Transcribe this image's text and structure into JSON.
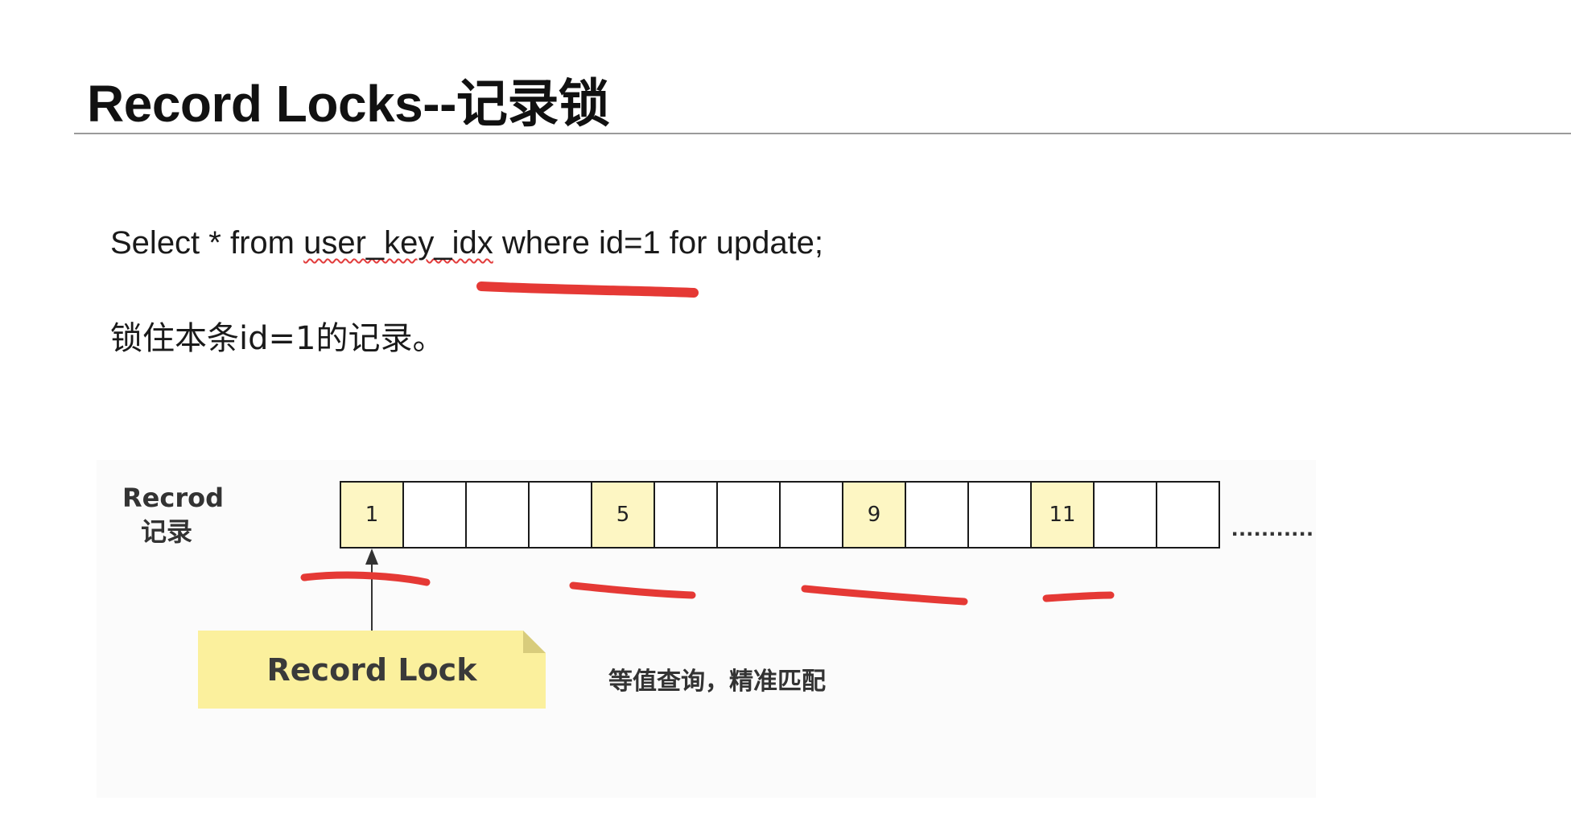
{
  "title": "Record Locks--记录锁",
  "sql": {
    "before": "Select * from ",
    "table": "user_key_idx",
    "after": " where id=1 for update;"
  },
  "description": "锁住本条id=1的记录。",
  "diagram": {
    "row_label_en": "Recrod",
    "row_label_zh": "记录",
    "cells": [
      "1",
      "",
      "",
      "",
      "5",
      "",
      "",
      "",
      "9",
      "",
      "",
      "11",
      "",
      ""
    ],
    "highlighted_cells": [
      "1",
      "5",
      "9",
      "11"
    ],
    "ellipsis": "...........",
    "lock_label": "Record Lock",
    "caption": "等值查询，精准匹配"
  },
  "colors": {
    "highlight_cell": "#fdf6c3",
    "note_fill": "#fbf09d",
    "annotation_red": "#e53935",
    "rule": "#9a9a9a"
  },
  "icons": [
    "arrow-up-icon"
  ]
}
